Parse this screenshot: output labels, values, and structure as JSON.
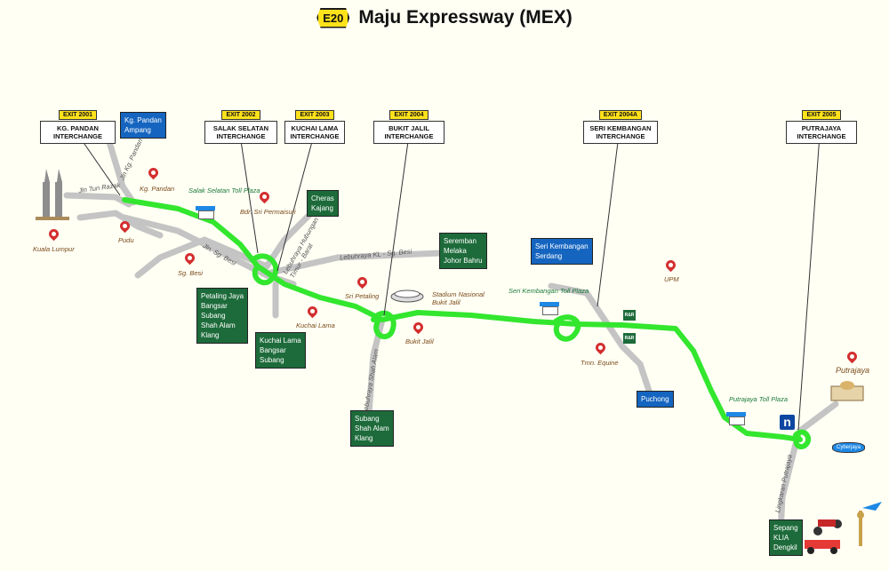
{
  "header": {
    "route_code": "E20",
    "title": "Maju Expressway (MEX)"
  },
  "exits": [
    {
      "id": "2001",
      "tag": "EXIT 2001",
      "name": "KG. PANDAN\nINTERCHANGE"
    },
    {
      "id": "2002",
      "tag": "EXIT 2002",
      "name": "SALAK SELATAN\nINTERCHANGE"
    },
    {
      "id": "2003",
      "tag": "EXIT 2003",
      "name": "KUCHAI LAMA\nINTERCHANGE"
    },
    {
      "id": "2004",
      "tag": "EXIT 2004",
      "name": "BUKIT JALIL\nINTERCHANGE"
    },
    {
      "id": "2004A",
      "tag": "EXIT 2004A",
      "name": "SERI KEMBANGAN\nINTERCHANGE"
    },
    {
      "id": "2005",
      "tag": "EXIT 2005",
      "name": "PUTRAJAYA\nINTERCHANGE"
    }
  ],
  "signs": {
    "kg_pandan_ampang": "Kg. Pandan\nAmpang",
    "cheras_kajang": "Cheras\nKajang",
    "seremban": "Seremban\nMelaka\nJohor Bahru",
    "petaling_jaya": "Petaling Jaya\nBangsar\nSubang\nShah Alam\nKlang",
    "kuchai_lama": "Kuchai Lama\nBangsar\nSubang",
    "subang": "Subang\nShah Alam\nKlang",
    "seri_kembangan": "Seri Kembangan\nSerdang",
    "puchong": "Puchong",
    "sepang": "Sepang\nKLIA\nDengkil"
  },
  "places": {
    "kuala_lumpur": "Kuala Lumpur",
    "pudu": "Pudu",
    "kg_pandan": "Kg. Pandan",
    "sg_besi": "Sg. Besi",
    "bdr_sri_permaisuri": "Bdr. Sri Permaisuri",
    "sri_petaling": "Sri Petaling",
    "kuchai_lama": "Kuchai Lama",
    "bukit_jalil": "Bukit Jalil",
    "stadium": "Stadium Nasional\nBukit Jalil",
    "upm": "UPM",
    "tmn_equine": "Tmn. Equine",
    "putrajaya": "Putrajaya",
    "cyberjaya": "Cyberjaya"
  },
  "toll_plazas": {
    "salak_selatan": "Salak Selatan\nToll Plaza",
    "seri_kembangan": "Seri Kembangan\nToll Plaza",
    "putrajaya": "Putrajaya\nToll Plaza"
  },
  "roads": {
    "jln_tun_razak": "Jln Tun Razak",
    "jln_kg_pandan": "Jln Kg. Pandan",
    "jln_sg_besi": "Jln. Sg. Besi",
    "lebuhraya_hubungan": "Lebuhraya Hubungan\nTimur - Barat",
    "lebuhraya_kl_seremban": "Lebuhraya KL - Sg. Besi",
    "lebuhraya_shah_alam": "Lebuhraya Shah Alam",
    "lingkaran_putrajaya": "Lingkaran Putrajaya"
  },
  "icons": {
    "rest_area_1": "R&R",
    "rest_area_2": "R&R",
    "n_badge": "n"
  },
  "colors": {
    "expressway": "#33e62e",
    "road": "#c4c4c4",
    "sign_green": "#1d6b3a",
    "sign_blue": "#1565c0",
    "exit_tag": "#ffe21a"
  }
}
